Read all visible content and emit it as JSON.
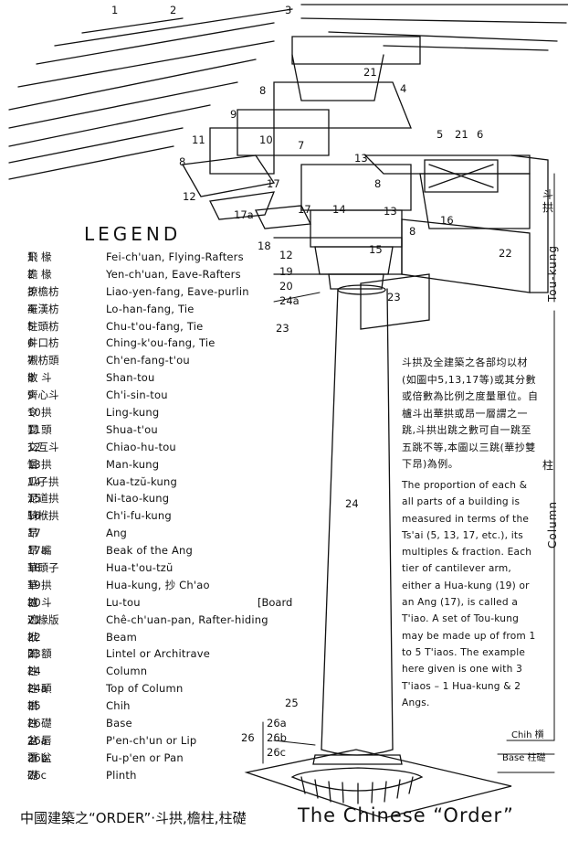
{
  "legend": {
    "title": "LEGEND",
    "items": [
      {
        "num": "1",
        "cn": "飛 椽",
        "en": "Fei-ch'uan, Flying-Rafters"
      },
      {
        "num": "2",
        "cn": "檐 椽",
        "en": "Yen-ch'uan, Eave-Rafters"
      },
      {
        "num": "3",
        "cn": "撩檐枋",
        "en": "Liao-yen-fang, Eave-purlin"
      },
      {
        "num": "4",
        "cn": "羅漢枋",
        "en": "Lo-han-fang, Tie"
      },
      {
        "num": "5",
        "cn": "柱頭枋",
        "en": "Chu-t'ou-fang, Tie"
      },
      {
        "num": "6",
        "cn": "井口枋",
        "en": "Ching-k'ou-fang, Tie"
      },
      {
        "num": "7",
        "cn": "襯枋頭",
        "en": "Ch'en-fang-t'ou"
      },
      {
        "num": "8",
        "cn": "散 斗",
        "en": "Shan-tou"
      },
      {
        "num": "9",
        "cn": "齊心斗",
        "en": "Ch'i-sin-tou"
      },
      {
        "num": "10",
        "cn": "令 拱",
        "en": "Ling-kung"
      },
      {
        "num": "11",
        "cn": "耍 頭",
        "en": "Shua-t'ou"
      },
      {
        "num": "12",
        "cn": "交互斗",
        "en": "Chiao-hu-tou"
      },
      {
        "num": "13",
        "cn": "慢 拱",
        "en": "Man-kung"
      },
      {
        "num": "14",
        "cn": "瓜子拱",
        "en": "Kua-tzŭ-kung"
      },
      {
        "num": "15",
        "cn": "泥道拱",
        "en": "Ni-tao-kung"
      },
      {
        "num": "16",
        "cn": "騎栿拱",
        "en": "Ch'i-fu-kung"
      },
      {
        "num": "17",
        "cn": "昂",
        "en": "Ang"
      },
      {
        "num": "17a",
        "cn": "昂 嘴",
        "en": "Beak of the Ang"
      },
      {
        "num": "18",
        "cn": "華頭子",
        "en": "Hua-t'ou-tzŭ"
      },
      {
        "num": "19",
        "cn": "華 拱",
        "en": "Hua-kung, 抄 Ch'ao"
      },
      {
        "num": "20",
        "cn": "櫨 斗",
        "en": "Lu-tou"
      },
      {
        "num": "21",
        "cn": "遮椽版",
        "en": "Chê-ch'uan-pan, Rafter-hiding"
      },
      {
        "num": "22",
        "cn": "栿",
        "en": "Beam"
      },
      {
        "num": "23",
        "cn": "闌 額",
        "en": "Lintel or Architrave"
      },
      {
        "num": "24",
        "cn": "柱",
        "en": "Column"
      },
      {
        "num": "24a",
        "cn": "柱 頭",
        "en": "Top of Column"
      },
      {
        "num": "25",
        "cn": "櫍",
        "en": "Chih"
      },
      {
        "num": "26",
        "cn": "柱 礎",
        "en": "Base"
      },
      {
        "num": "26a",
        "cn": "盆 唇",
        "en": "P'en-ch'un or Lip"
      },
      {
        "num": "26b",
        "cn": "覆 盆",
        "en": "Fu-p'en or Pan"
      },
      {
        "num": "26c",
        "cn": "礎",
        "en": "Plinth"
      }
    ],
    "board_suffix": "[Board"
  },
  "notes": {
    "chinese": "斗拱及全建築之各部均以材(如圖中5,13,17等)或其分數或倍數為比例之度量單位。自櫨斗出華拱或昂一層謂之一跳,斗拱出跳之數可自一跳至五跳不等,本圖以三跳(華抄雙下昂)為例。",
    "english": "The proportion of each & all parts of a building is measured in terms of the Ts'ai (5, 13, 17, etc.), its multiples & fraction. Each tier of cantilever arm, either a Hua-kung (19) or an Ang (17), is called a T'iao. A set of Tou-kung may be made up of from 1 to 5 T'iaos. The example here given is one with 3 T'iaos – 1 Hua-kung & 2 Angs."
  },
  "side_labels": {
    "tou_kung_cn": "斗拱",
    "tou_kung_en": "Tou-kung",
    "column_cn": "柱",
    "column_en": "Column",
    "chih": "Chih 櫍",
    "base": "Base 柱礎"
  },
  "callouts": {
    "c1": "1",
    "c2": "2",
    "c3": "3",
    "c4": "4",
    "c5": "5",
    "c6": "6",
    "c7": "7",
    "c8a": "8",
    "c8b": "8",
    "c8c": "8",
    "c8d": "8",
    "c9": "9",
    "c10": "10",
    "c11": "11",
    "c12a": "12",
    "c12b": "12",
    "c13a": "13",
    "c13b": "13",
    "c14": "14",
    "c15": "15",
    "c16": "16",
    "c17a": "17",
    "c17b": "17",
    "c17c": "17a",
    "c18": "18",
    "c19": "19",
    "c20": "20",
    "c21a": "21",
    "c21b": "21",
    "c22": "22",
    "c23a": "23",
    "c23b": "23",
    "c24": "24",
    "c24a": "24a",
    "c25": "25",
    "c26": "26",
    "c26a": "26a",
    "c26b": "26b",
    "c26c": "26c"
  },
  "footer": {
    "chinese": "中國建築之“ORDER”·斗拱,檐柱,柱礎",
    "english": "The Chinese “Order”"
  }
}
